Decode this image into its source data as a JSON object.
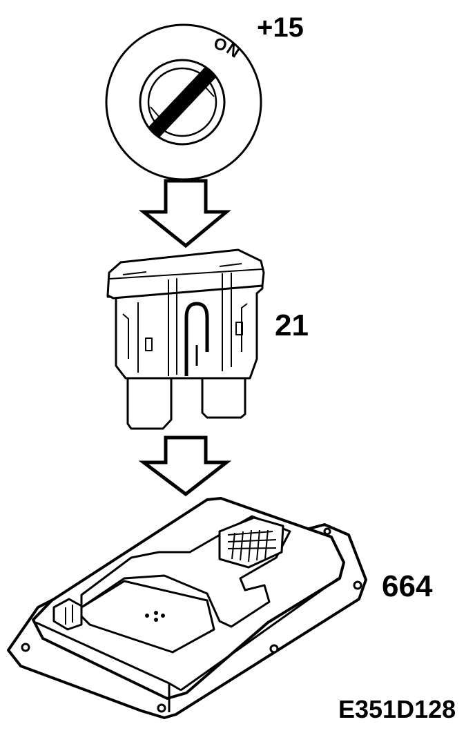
{
  "labels": {
    "ignition_terminal": "+15",
    "ignition_position": "ON",
    "fuse_number": "21",
    "module_number": "664",
    "figure_code": "E351D128"
  },
  "colors": {
    "line": "#000000",
    "background": "#ffffff"
  },
  "icons": {
    "ignition": "ignition-switch-icon",
    "arrow": "down-arrow-icon",
    "fuse": "blade-fuse-icon",
    "module": "control-module-icon"
  }
}
